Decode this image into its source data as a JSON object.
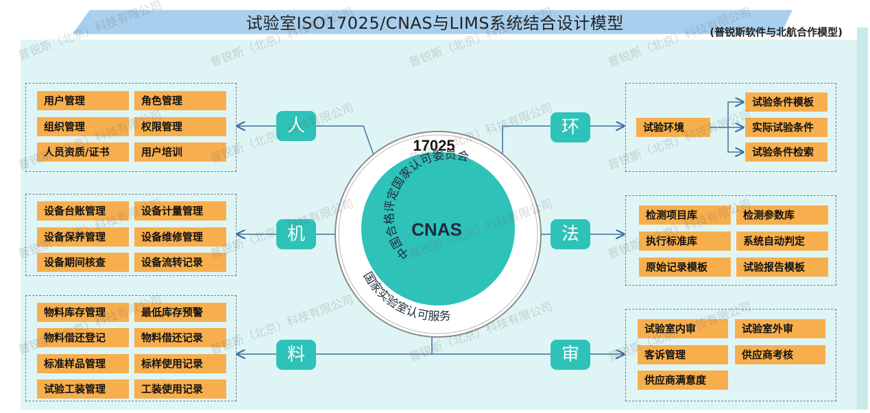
{
  "header": {
    "title": "试验室ISO17025/CNAS与LIMS系统结合设计模型",
    "subtitle": "(普锐斯软件与北航合作模型)"
  },
  "center": {
    "top_label": "17025",
    "core_label": "CNAS",
    "inner_ring_text": "中国合格评定国家认可委员会",
    "outer_ring_text": "国家实验室认可服务"
  },
  "categories": {
    "people": "人",
    "machine": "机",
    "material": "料",
    "environment": "环",
    "method": "法",
    "audit": "审"
  },
  "groups": {
    "people": [
      "用户管理",
      "角色管理",
      "组织管理",
      "权限管理",
      "人员资质/证书",
      "用户培训"
    ],
    "machine": [
      "设备台账管理",
      "设备计量管理",
      "设备保养管理",
      "设备维修管理",
      "设备期间核查",
      "设备流转记录"
    ],
    "material": [
      "物料库存管理",
      "最低库存预警",
      "物料借还登记",
      "物料借还记录",
      "标准样品管理",
      "标样使用记录",
      "试验工装管理",
      "工装使用记录"
    ],
    "environment": {
      "source": "试验环境",
      "targets": [
        "试验条件模板",
        "实际试验条件",
        "试验条件检索"
      ]
    },
    "method": [
      "检测项目库",
      "检测参数库",
      "执行标准库",
      "系统自动判定",
      "原始记录模板",
      "试验报告模板"
    ],
    "audit": [
      "试验室内审",
      "试验室外审",
      "客诉管理",
      "供应商考核",
      "供应商满意度"
    ]
  },
  "watermark": "普锐斯（北京）科技有限公司",
  "colors": {
    "item": "#f7ae4d",
    "category": "#2ec2b8",
    "panel": "#dff5f5",
    "band": "#a8cfee",
    "core": "#2ec2b8"
  }
}
